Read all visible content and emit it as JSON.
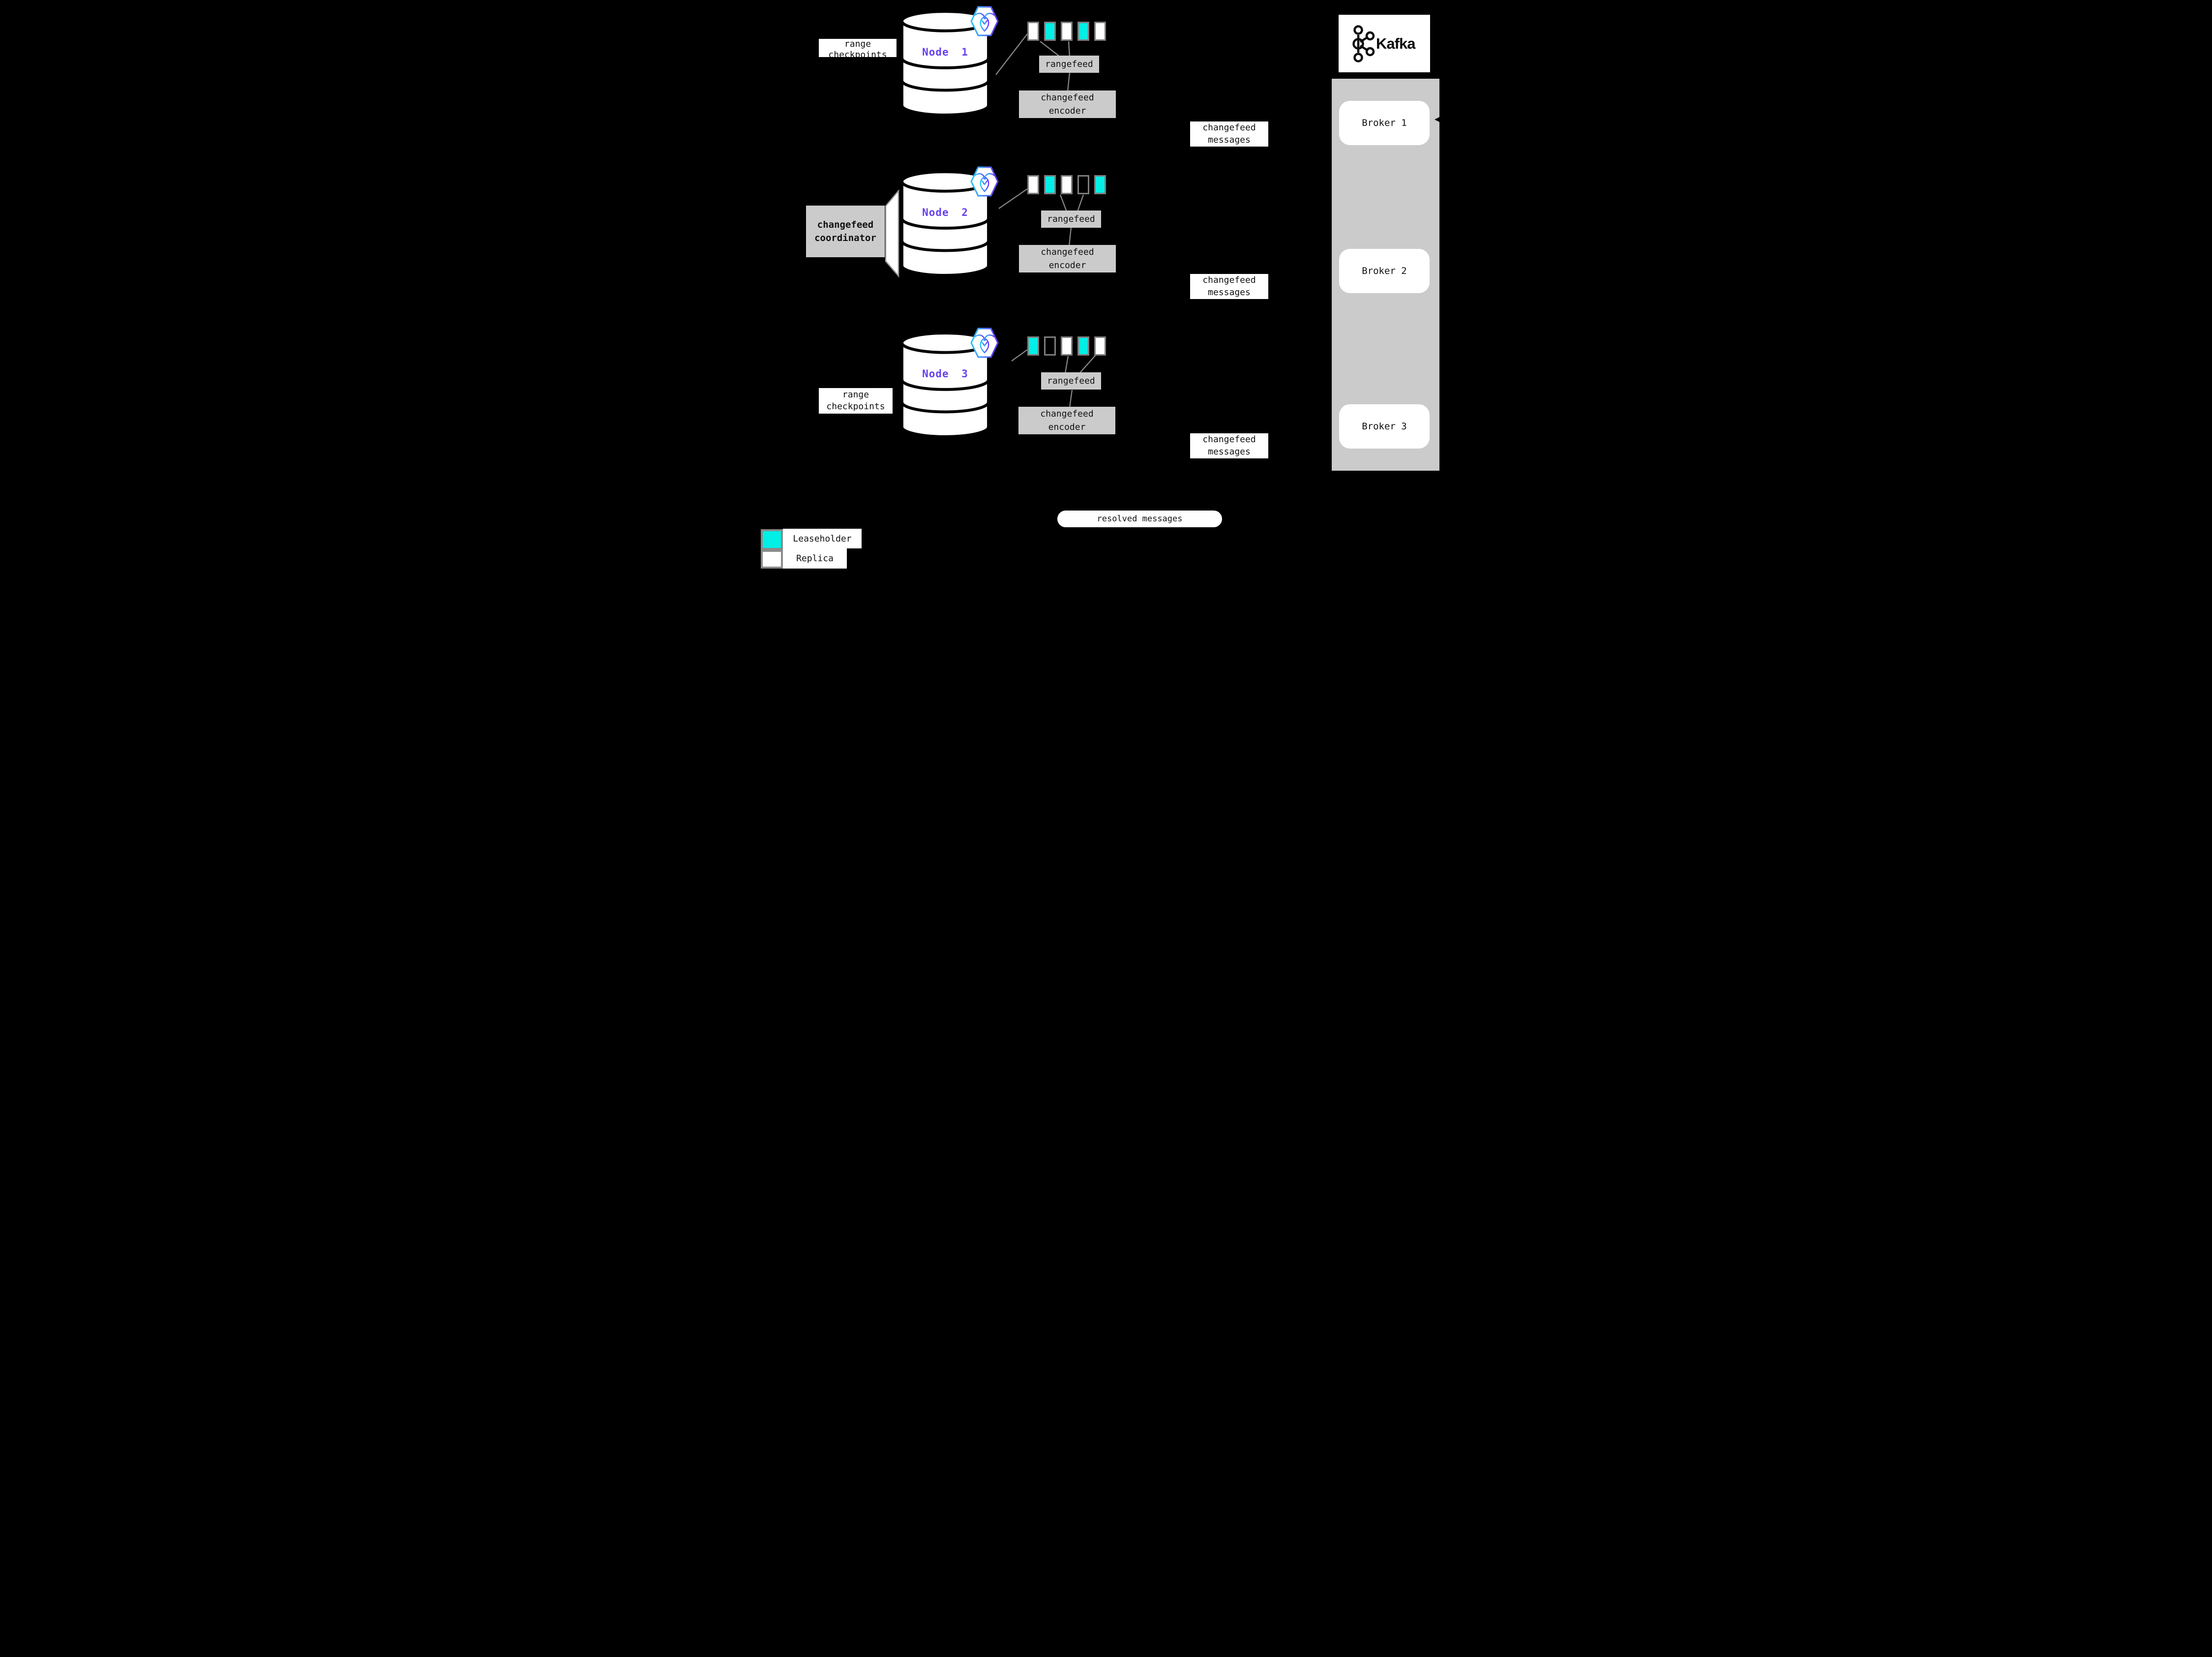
{
  "colors": {
    "background": "#000000",
    "leaseholder": "#00efe6",
    "replica": "#ffffff",
    "box": "#cbcbcb",
    "panel": "#cbcbcb",
    "node_label": "#6741ee",
    "line": "#8c8c8c",
    "range_border": "#7d7d7d"
  },
  "nodes": [
    {
      "name": "Node 1",
      "checkpoint_label": "range\ncheckpoints",
      "ranges": [
        "replica",
        "leaseholder",
        "replica",
        "leaseholder",
        "replica"
      ],
      "rangefeed_label": "rangefeed",
      "encoder_label": "changefeed\nencoder",
      "messages_label": "changefeed\nmessages"
    },
    {
      "name": "Node 2",
      "coordinator_label": "changefeed\ncoordinator",
      "ranges": [
        "replica",
        "leaseholder",
        "replica",
        "empty",
        "leaseholder"
      ],
      "rangefeed_label": "rangefeed",
      "encoder_label": "changefeed\nencoder",
      "messages_label": "changefeed\nmessages"
    },
    {
      "name": "Node 3",
      "checkpoint_label": "range\ncheckpoints",
      "ranges": [
        "leaseholder",
        "empty",
        "replica",
        "leaseholder",
        "replica"
      ],
      "rangefeed_label": "rangefeed",
      "encoder_label": "changefeed\nencoder",
      "messages_label": "changefeed\nmessages"
    }
  ],
  "kafka": {
    "brand": "Kafka",
    "brokers": [
      "Broker 1",
      "Broker 2",
      "Broker 3"
    ]
  },
  "resolved_label": "resolved messages",
  "legend": [
    {
      "swatch": "leaseholder",
      "label": "Leaseholder"
    },
    {
      "swatch": "replica",
      "label": "Replica"
    }
  ]
}
